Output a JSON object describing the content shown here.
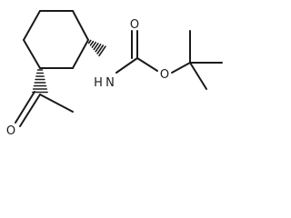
{
  "molecule": {
    "atoms": {
      "nitrogen_h": "H",
      "nitrogen": "N",
      "carbamate_carbonyl_o": "O",
      "carbamate_ester_o": "O",
      "ketone_o": "O"
    },
    "colors": {
      "bond": "#1a1a1a",
      "background": "#ffffff"
    }
  }
}
